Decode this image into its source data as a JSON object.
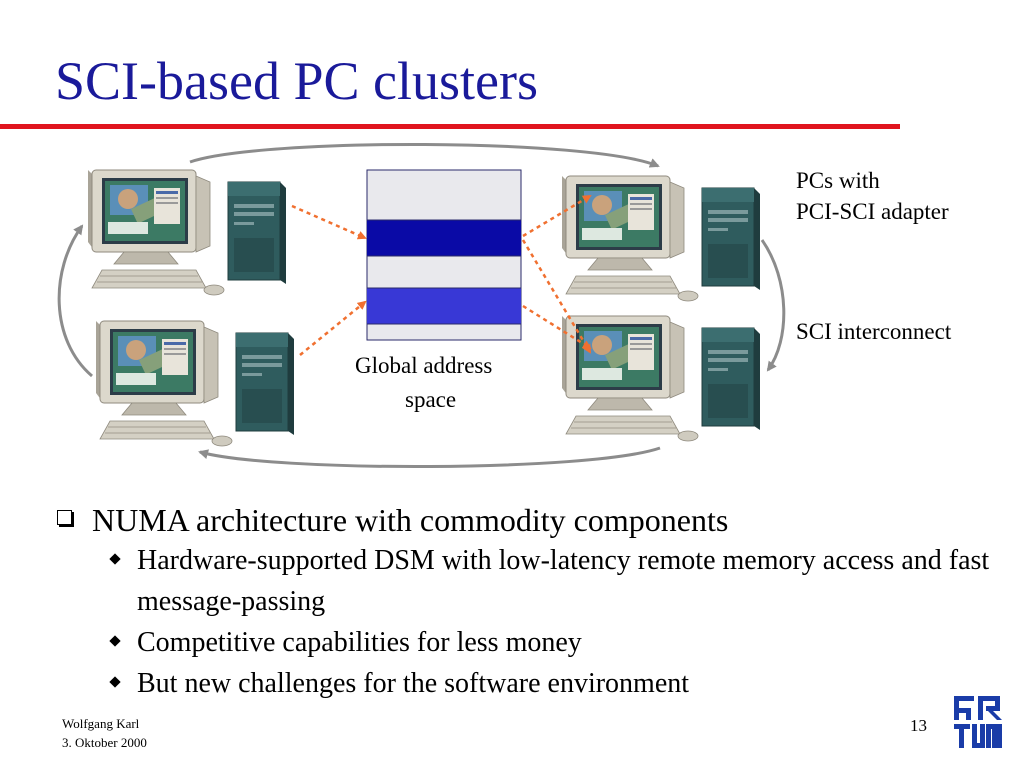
{
  "slide": {
    "title": "SCI-based PC clusters",
    "page_number": "13",
    "colors": {
      "title": "#1a1a9a",
      "rule": "#e0141e",
      "memory_dark": "#0a0aa6",
      "memory_light": "#3838d6",
      "logo": "#1a3ca8",
      "dashed_link": "#f07030",
      "ring": "#8c8c8c"
    }
  },
  "diagram": {
    "label_pcs_line1": "PCs with",
    "label_pcs_line2": "PCI-SCI adapter",
    "label_interconnect": "SCI interconnect",
    "label_global_line1": "Global address",
    "label_global_line2": "space"
  },
  "bullets": {
    "main": "NUMA architecture with commodity components",
    "sub": [
      "Hardware-supported DSM with low-latency remote memory access and fast message-passing",
      "Competitive capabilities for less money",
      "But new challenges for the software environment"
    ]
  },
  "footer": {
    "author": "Wolfgang Karl",
    "date": "3. Oktober 2000"
  },
  "icons": [
    "pc-icon",
    "tum-logo-icon",
    "checkbox-bullet-icon",
    "diamond-bullet-icon"
  ]
}
